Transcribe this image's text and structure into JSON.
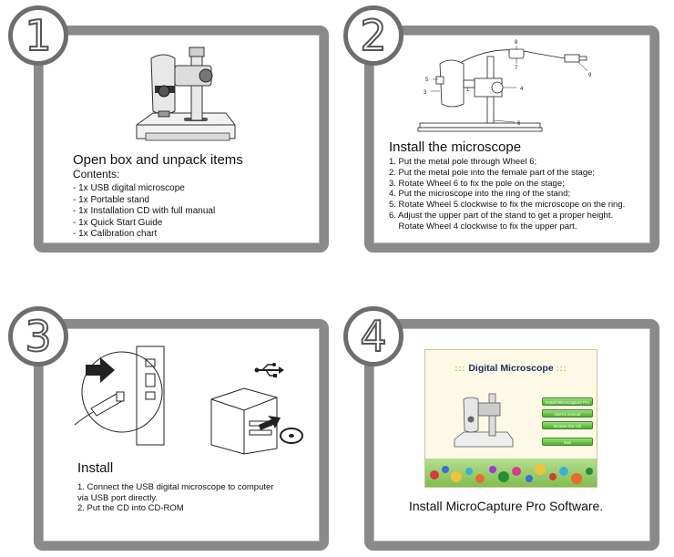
{
  "panels": [
    {
      "number": "1",
      "title": "Open box and unpack items",
      "subtitle": "Contents:",
      "items": [
        "- 1x USB digital microscope",
        "- 1x Portable stand",
        "- 1x Installation CD with full manual",
        "- 1x Quick Start Guide",
        "- 1x Calibration chart"
      ]
    },
    {
      "number": "2",
      "title": "Install the microscope",
      "items": [
        "1. Put the metal pole through Wheel 6;",
        "2. Put the metal pole into the female part of the stage;",
        "3. Rotate Wheel 6 to fix the pole on the stage;",
        "4. Put the microscope into the ring of the stand;",
        "5. Rotate Wheel 5 clockwise to fix the microscope on the ring.",
        "6. Adjust the upper part of the stand to get a proper height.",
        "    Rotate Wheel 4 clockwise to fix the upper part."
      ],
      "diagram_labels": [
        "1",
        "3",
        "4",
        "5",
        "6",
        "7",
        "8",
        "9"
      ]
    },
    {
      "number": "3",
      "title": "Install",
      "items": [
        "1. Connect the USB digital microscope to computer",
        "via USB port directly.",
        "2. Put the CD into CD-ROM"
      ]
    },
    {
      "number": "4",
      "caption": "Install MicroCapture Pro Software.",
      "screen": {
        "title": "Digital Microscope",
        "dots": ":::",
        "buttons": [
          "Install MicroCapture Pro",
          "User's manual",
          "Browse the CD",
          "Exit"
        ]
      }
    }
  ],
  "colors": {
    "frame": "#8a8a8a",
    "screen_title": "#1b2f5e",
    "button_green": "#4fae2e",
    "dots": "#e3a11a"
  },
  "icons": [
    "usb-icon",
    "arrow-icon",
    "cd-icon",
    "computer-icon",
    "microscope-illustration"
  ]
}
